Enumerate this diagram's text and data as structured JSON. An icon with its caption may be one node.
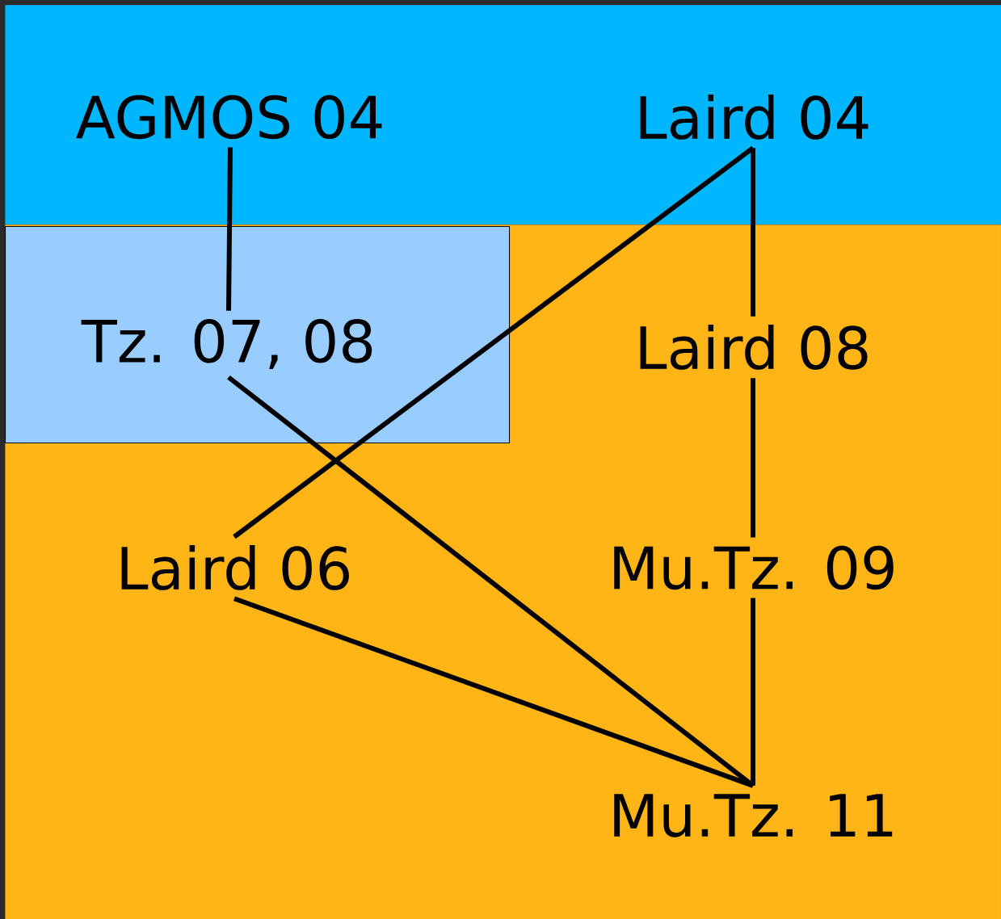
{
  "diagram": {
    "nodes": [
      {
        "text": [],
        "shape": "band"
      },
      {
        "text": [
          "AGMOS 04"
        ],
        "in": 0
      },
      {
        "text": [
          "Laird 04"
        ],
        "in": 0
      },
      {
        "text": [],
        "shape": "band"
      },
      {
        "text": [],
        "shape": "box",
        "in": 3
      },
      {
        "text": [
          "Tz. 07, 08"
        ],
        "in": 4
      },
      {
        "text": [
          "Laird 08"
        ],
        "in": 3
      },
      {
        "text": [
          "Laird 06"
        ],
        "in": 3
      },
      {
        "text": [
          "Mu.Tz. 09"
        ],
        "in": 3
      },
      {
        "text": [
          "Mu.Tz. 11"
        ],
        "in": 3
      }
    ],
    "edges": [
      {
        "from": 1,
        "to": 5,
        "arrow": "none"
      },
      {
        "from": 2,
        "to": 6,
        "arrow": "none"
      },
      {
        "from": 2,
        "to": 7,
        "arrow": "none"
      },
      {
        "from": 5,
        "to": 9,
        "arrow": "none"
      },
      {
        "from": 6,
        "to": 8,
        "arrow": "none"
      },
      {
        "from": 7,
        "to": 9,
        "arrow": "none"
      },
      {
        "from": 8,
        "to": 9,
        "arrow": "none"
      }
    ]
  }
}
